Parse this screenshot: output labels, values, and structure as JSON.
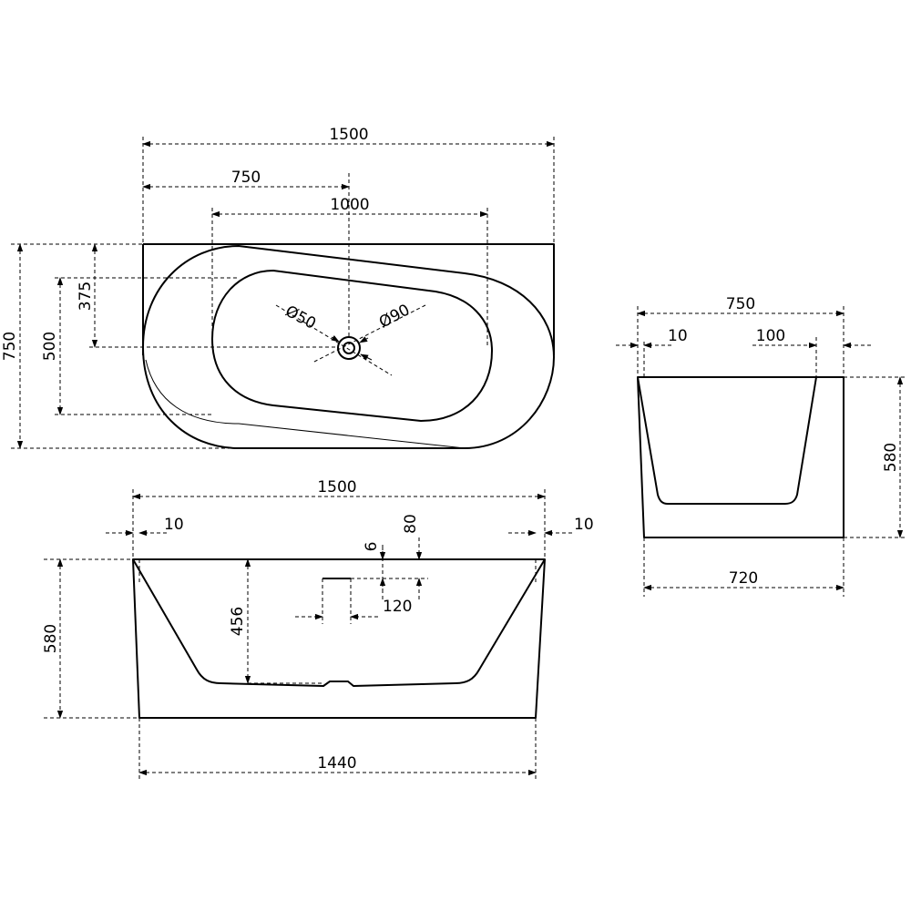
{
  "top_view": {
    "length": "1500",
    "center_offset": "750",
    "inner_length": "1000",
    "width": "750",
    "inner_width": "500",
    "drain_offset": "375",
    "drain_dia_inner": "Ø50",
    "drain_dia_outer": "Ø90"
  },
  "front_view": {
    "top_length": "1500",
    "left_rim": "10",
    "right_rim": "10",
    "drain_drop": "80",
    "overflow_gap": "6",
    "depth": "456",
    "height": "580",
    "overflow_width": "120",
    "base_length": "1440"
  },
  "side_view": {
    "top_width": "750",
    "rim": "10",
    "back_rim": "100",
    "height": "580",
    "base_width": "720"
  }
}
